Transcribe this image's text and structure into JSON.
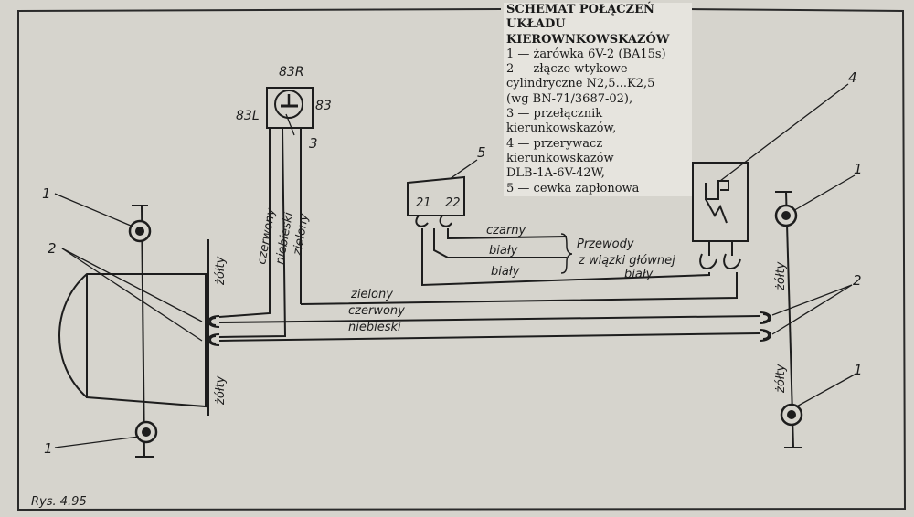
{
  "legend": {
    "title_lines": [
      "SCHEMAT POŁĄCZEŃ",
      "UKŁADU",
      "KIEROWNKOWSKAZÓW"
    ],
    "items": [
      "1 — żarówka 6V-2 (BA15s)",
      "2 — złącze wtykowe",
      "cylindryczne N2,5...K2,5",
      "(wg BN-71/3687-02),",
      "3 — przełącznik",
      "kierunkowskazów,",
      "4 — przerywacz",
      "kierunkowskazów",
      "DLB-1A-6V-42W,",
      "5 — cewka zapłonowa"
    ]
  },
  "labels": {
    "n1": "1",
    "n2": "2",
    "n3": "3",
    "n4": "4",
    "n5": "5",
    "t83r": "83R",
    "t83": "83",
    "t83l": "83L",
    "t21": "21",
    "t22": "22",
    "zolty": "żółty",
    "czerwony": "czerwony",
    "niebieski": "niebieski",
    "zielony": "zielony",
    "czarny": "czarny",
    "bialy": "biały",
    "przewody1": "Przewody",
    "przewody2": "z wiązki głównej",
    "figure": "Rys. 4.95"
  },
  "colors": {
    "ink": "#1d1d1d",
    "paper": "#d6d4cd"
  }
}
